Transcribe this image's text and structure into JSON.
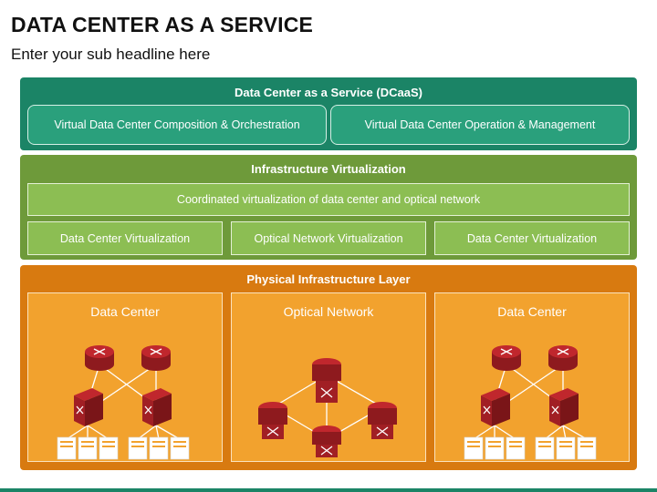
{
  "header": {
    "title": "DATA CENTER AS A SERVICE",
    "subtitle": "Enter your sub headline here"
  },
  "layers": {
    "dcaas": {
      "title": "Data Center as a Service (DCaaS)",
      "boxes": [
        "Virtual Data Center Composition & Orchestration",
        "Virtual Data Center Operation & Management"
      ],
      "color": "#1b8466"
    },
    "virtualization": {
      "title": "Infrastructure Virtualization",
      "wide_box": "Coordinated virtualization of data center and optical network",
      "boxes": [
        "Data Center Virtualization",
        "Optical Network Virtualization",
        "Data Center Virtualization"
      ],
      "color": "#6e9a3a"
    },
    "physical": {
      "title": "Physical Infrastructure Layer",
      "panels": [
        "Data Center",
        "Optical Network",
        "Data Center"
      ],
      "color": "#d87a10"
    }
  },
  "icons": {
    "router": "router-icon",
    "switch": "switch-icon",
    "server": "server-rack-icon"
  }
}
